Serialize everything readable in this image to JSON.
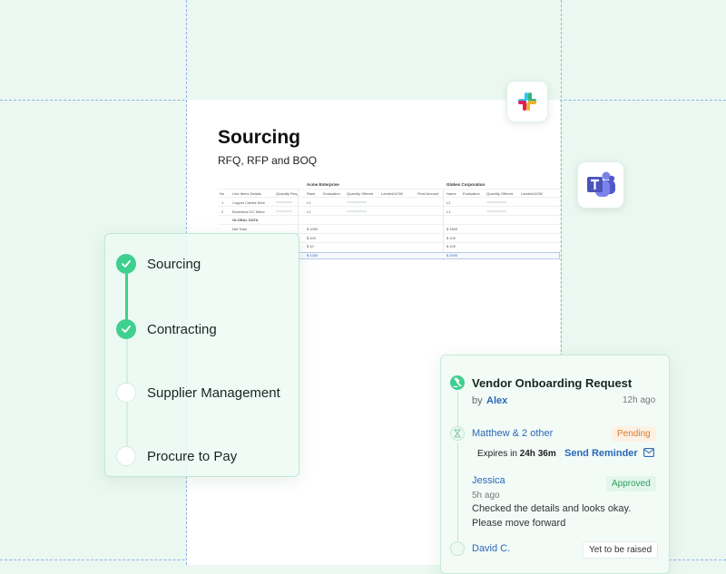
{
  "document": {
    "title": "Sourcing",
    "subtitle": "RFQ, RFP and BOQ",
    "preview": {
      "vendors": [
        "Acme Enterprise",
        "Globex Corporation"
      ],
      "columns": [
        "No",
        "Line Items Details",
        "Quantity Req.",
        "Rank",
        "Evaluation",
        "Quantity Offered",
        "Landed/UOM",
        "Final Amount",
        "Name",
        "Evaluation",
        "Quantity Offered",
        "Landed/UOM"
      ],
      "rows": [
        {
          "no": "1",
          "item": "Copper Cables Wire",
          "rank_a": "L1",
          "rank_b": "L2"
        },
        {
          "no": "2",
          "item": "Brushless DC Motor",
          "rank_a": "L2",
          "rank_b": "L1"
        }
      ],
      "global_label": "GLOBAL DATA",
      "net_total_label": "Net Total",
      "values_a": [
        "$ 1000",
        "$ 100",
        "$ 10",
        "$ 1200"
      ],
      "values_b": [
        "$ 1800",
        "$ 100",
        "$ 100",
        "$ 2000"
      ]
    }
  },
  "integrations": [
    {
      "name": "slack-icon"
    },
    {
      "name": "teams-icon"
    }
  ],
  "stages": [
    {
      "label": "Sourcing",
      "status": "done"
    },
    {
      "label": "Contracting",
      "status": "done"
    },
    {
      "label": "Supplier Management",
      "status": "pending"
    },
    {
      "label": "Procure to Pay",
      "status": "pending"
    }
  ],
  "request": {
    "title": "Vendor Onboarding Request",
    "by_label": "by",
    "author": "Alex",
    "time": "12h ago",
    "assignees": "Matthew & 2 other",
    "assignees_status": "Pending",
    "expires_label": "Expires in",
    "expires_value": "24h 36m",
    "reminder_label": "Send Reminder",
    "approver": "Jessica",
    "approver_status": "Approved",
    "approver_time": "5h ago",
    "comment_line1": "Checked the details and looks okay.",
    "comment_line2": "Please move forward",
    "next": "David C.",
    "next_status": "Yet to be raised"
  },
  "colors": {
    "accent_green": "#3fcf8e",
    "link_blue": "#2a68b8",
    "pending_orange": "#d97b29",
    "approved_green": "#2e9e5f",
    "background": "#eaf8f1"
  }
}
